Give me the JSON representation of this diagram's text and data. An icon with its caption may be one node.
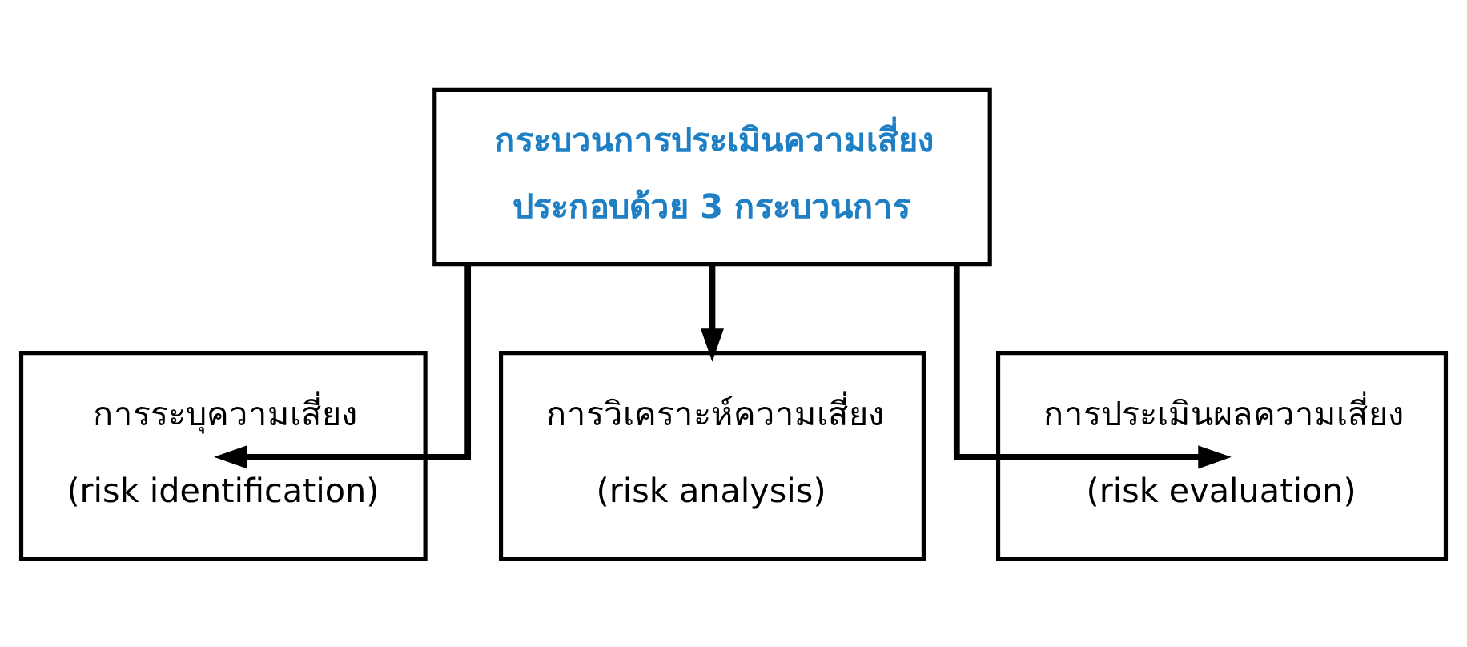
{
  "diagram": {
    "nodes": [
      {
        "text": [
          "กระบวนการประเมินความเสี่ยง",
          "ประกอบด้วย 3 กระบวนการ"
        ]
      },
      {
        "text": [
          "การระบุความเสี่ยง",
          "(risk identification)"
        ]
      },
      {
        "text": [
          "การวิเคราะห์ความเสี่ยง",
          "(risk analysis)"
        ]
      },
      {
        "text": [
          "การประเมินผลความเสี่ยง",
          "(risk evaluation)"
        ]
      }
    ],
    "edges": [
      {
        "from": 0,
        "to": 1,
        "arrow": "to"
      },
      {
        "from": 0,
        "to": 2,
        "arrow": "to"
      },
      {
        "from": 0,
        "to": 3,
        "arrow": "to"
      }
    ]
  }
}
